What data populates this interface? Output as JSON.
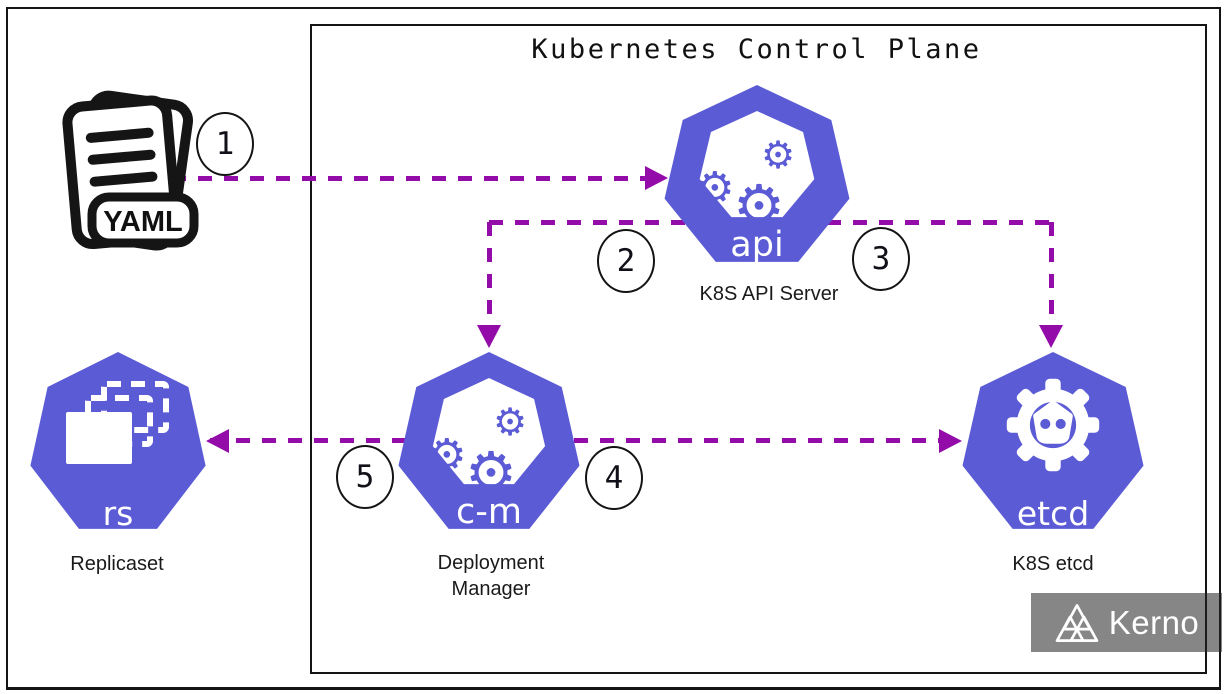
{
  "diagram": {
    "title": "Kubernetes Control Plane"
  },
  "nodes": {
    "yaml": {
      "badge": "YAML"
    },
    "api": {
      "icon_text": "api",
      "label": "K8S API Server"
    },
    "controller_manager": {
      "icon_text": "c-m",
      "label_line1": "Deployment",
      "label_line2": "Manager"
    },
    "etcd": {
      "icon_text": "etcd",
      "label": "K8S etcd"
    },
    "replicaset": {
      "icon_text": "rs",
      "label": "Replicaset"
    }
  },
  "steps": {
    "s1": "1",
    "s2": "2",
    "s3": "3",
    "s4": "4",
    "s5": "5"
  },
  "branding": {
    "logo_text": "Kerno"
  },
  "icons": {
    "gear_glyph": "⚙"
  },
  "colors": {
    "node_fill": "#5B5BD6",
    "arrow_purple": "#930BA9",
    "outline_black": "#141414",
    "brand_overlay": "rgba(35,35,35,0.55)"
  }
}
